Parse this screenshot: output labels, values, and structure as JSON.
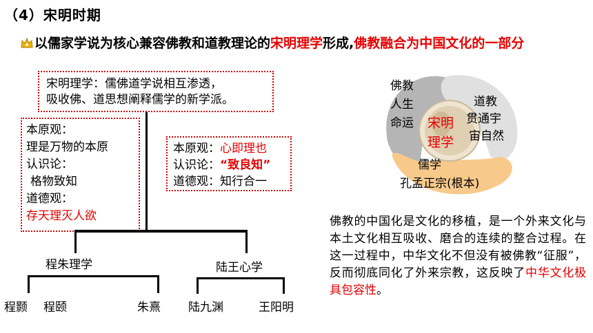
{
  "section_title": "（4）宋明时期",
  "intro": {
    "text_a": "以儒家学说为核心兼容佛教和道教理论的",
    "highlight_1": "宋明理学",
    "text_b": "形成,",
    "highlight_2": "佛教融合为中国文化的一部分"
  },
  "definition_box": {
    "line1": "宋明理学：儒佛道学说相互渗透，",
    "line2": "吸收佛、道思想阐释儒学的新学派。"
  },
  "cheng_zhu_box": {
    "line1": "本原观：",
    "line2": "理是万物的本原",
    "line3": "认识论：",
    "line4": "格物致知",
    "line5": "道德观：",
    "line6": "存天理灭人欲"
  },
  "lu_wang_box": {
    "l1_label": "本原观：",
    "l1_value": "心即理也",
    "l2_label": "认识论：",
    "l2_value": "“致良知”",
    "l3_label": "道德观：",
    "l3_value": "知行合一"
  },
  "tree": {
    "branch_left": "程朱理学",
    "branch_right": "陆王心学",
    "leaf_1": "程颢",
    "leaf_2": "程颐",
    "leaf_3": "朱熹",
    "leaf_4": "陆九渊",
    "leaf_5": "王阳明"
  },
  "circle": {
    "buddhism_1": "佛教",
    "buddhism_2": "人生",
    "buddhism_3": "命运",
    "taoism_1": "道教",
    "taoism_2": "贯通宇",
    "taoism_3": "宙自然",
    "confucian_1": "儒学",
    "confucian_2": "孔孟正宗(根本)",
    "center_1": "宋明",
    "center_2": "理学",
    "colors": {
      "gray": "#b5b5b5",
      "light": "#dcdcdc",
      "orange": "#f7c98b",
      "red": "#e60000"
    }
  },
  "paragraph": {
    "text": "佛教的中国化是文化的移植，是一个外来文化与本土文化相互吸收、磨合的连续的整合过程。在这一过程中，中华文化不但没有被佛教“征服”，反而彻底同化了外来宗教，这反映了",
    "highlight": "中华文化极具包容性",
    "end": "。"
  }
}
